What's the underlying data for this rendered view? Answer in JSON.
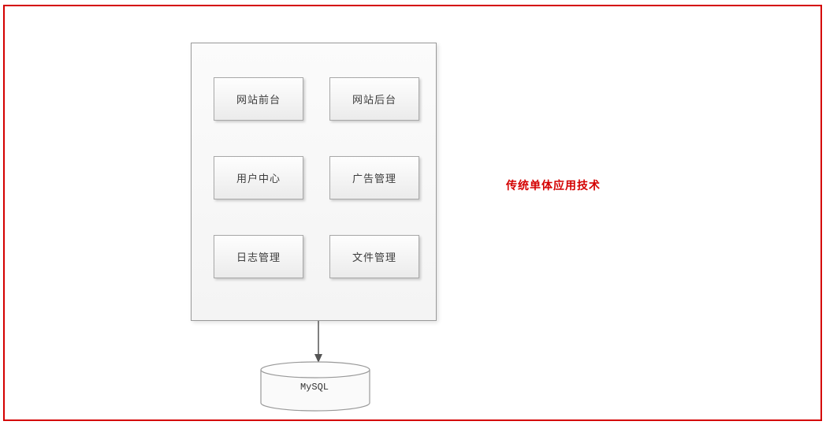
{
  "page": {
    "frame_border_color": "#d40000",
    "background_color": "#ffffff"
  },
  "diagram": {
    "modules": [
      "网站前台",
      "网站后台",
      "用户中心",
      "广告管理",
      "日志管理",
      "文件管理"
    ],
    "database": "MySQL",
    "annotation": {
      "text": "传统单体应用技术",
      "color": "#d40000"
    },
    "connector": {
      "stroke_color": "#555555"
    },
    "cylinder": {
      "fill_color": "#fafafa",
      "stroke_color": "#999999"
    }
  }
}
